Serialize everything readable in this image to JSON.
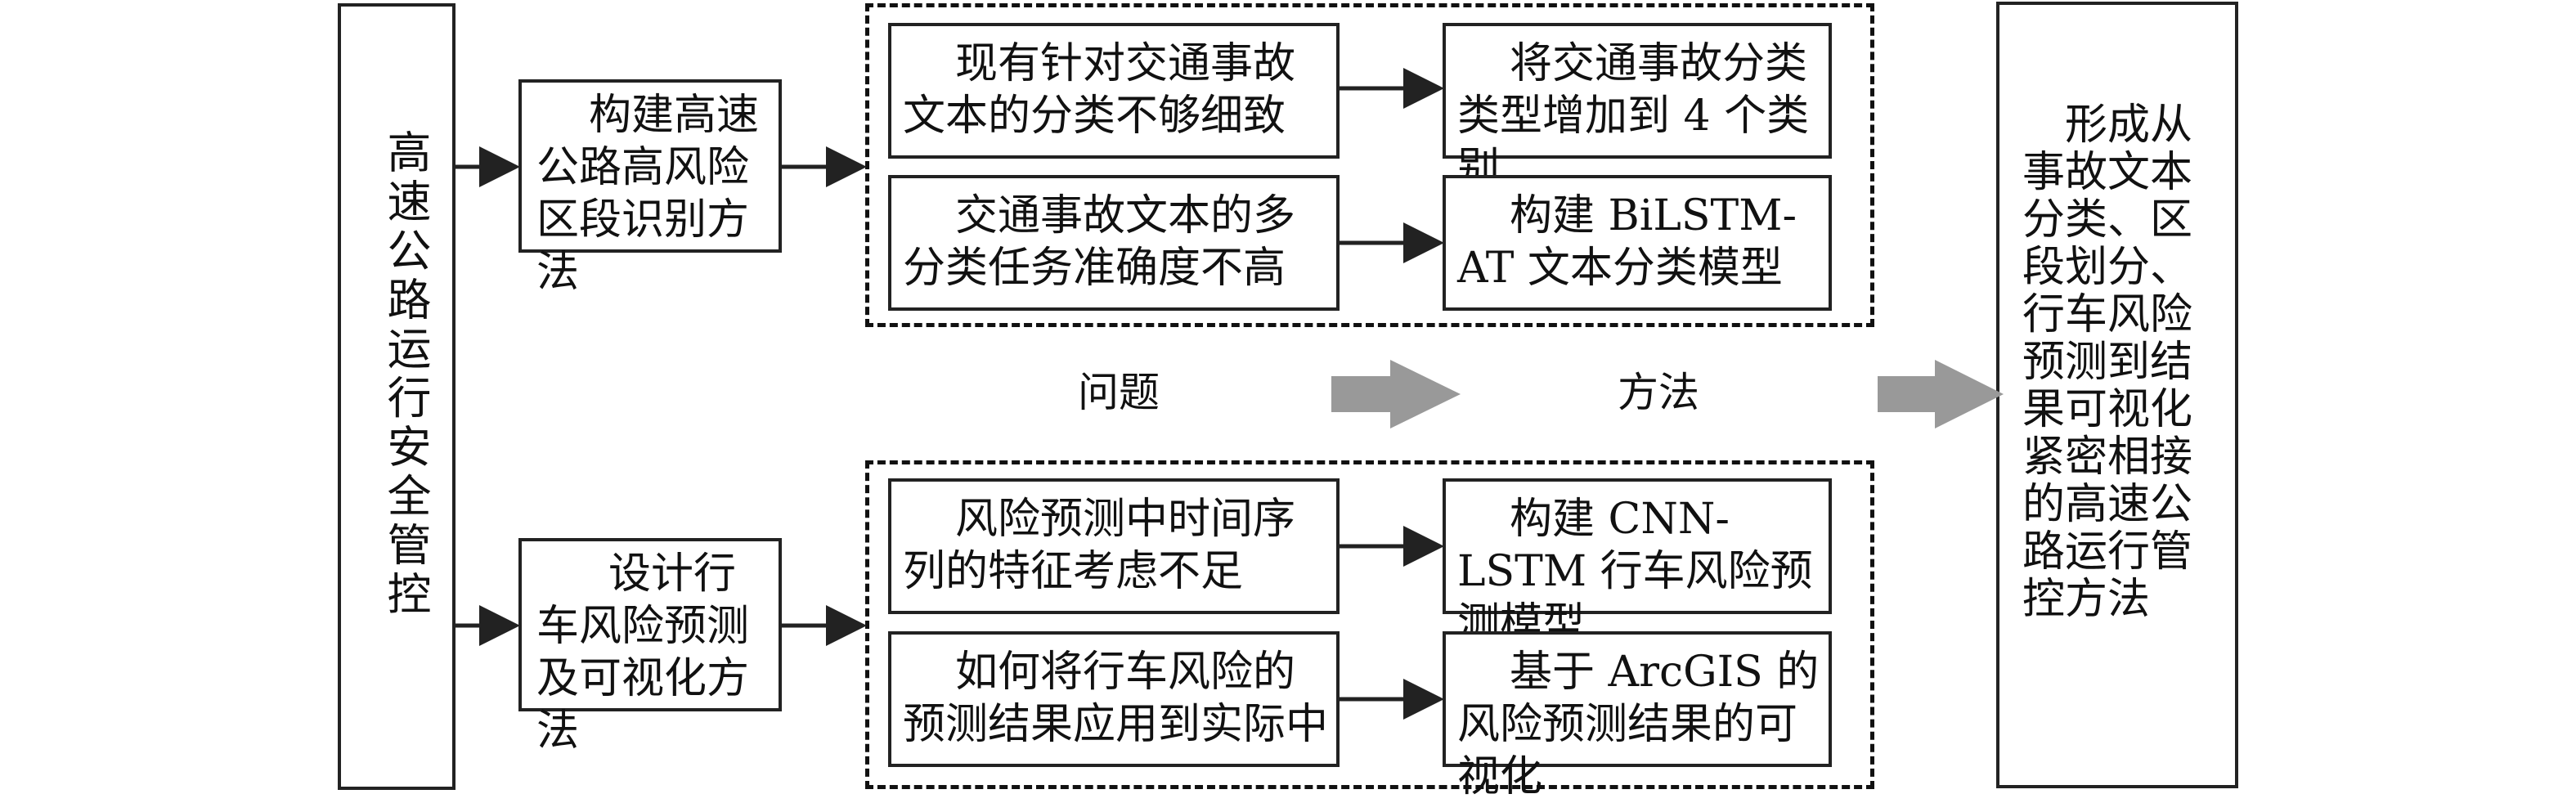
{
  "left_box": {
    "text": "高速公路运行安全管控"
  },
  "top_method": {
    "text": "构建高速公路高风险区段识别方法"
  },
  "bottom_method": {
    "text": "设计行车风险预测及可视化方法"
  },
  "top_group": {
    "rows": [
      {
        "problem": "现有针对交通事故文本的分类不够细致",
        "solution": "将交通事故分类类型增加到 4 个类别"
      },
      {
        "problem": "交通事故文本的多分类任务准确度不高",
        "solution": "构建 BiLSTM-AT 文本分类模型"
      }
    ]
  },
  "bottom_group": {
    "rows": [
      {
        "problem": "风险预测中时间序列的特征考虑不足",
        "solution": "构建 CNN-LSTM 行车风险预测模型"
      },
      {
        "problem": "如何将行车风险的预测结果应用到实际中",
        "solution": "基于 ArcGIS 的风险预测结果的可视化"
      }
    ]
  },
  "labels": {
    "problem": "问题",
    "method": "方法"
  },
  "right_box": {
    "text": "形成从事故文本分类、区段划分、行车风险预测到结果可视化紧密相接的高速公路运行管控方法"
  },
  "colors": {
    "line": "#222222",
    "gray_arrow": "#999999"
  }
}
